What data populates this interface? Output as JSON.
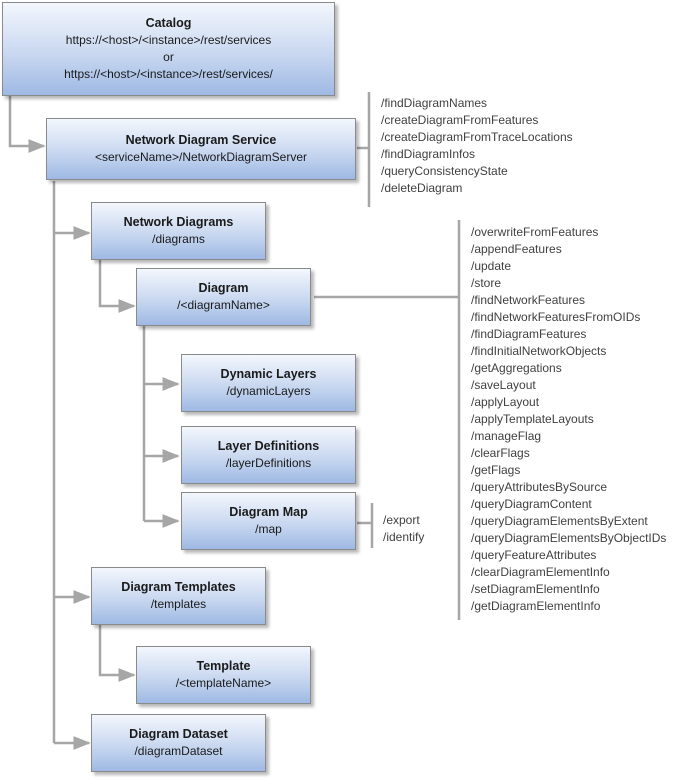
{
  "catalog": {
    "title": "Catalog",
    "lines": [
      "https://<host>/<instance>/rest/services",
      "or",
      "https://<host>/<instance>/rest/services/"
    ]
  },
  "service": {
    "title": "Network Diagram Service",
    "path": "<serviceName>/NetworkDiagramServer",
    "operations": [
      "/findDiagramNames",
      "/createDiagramFromFeatures",
      "/createDiagramFromTraceLocations",
      "/findDiagramInfos",
      "/queryConsistencyState",
      "/deleteDiagram"
    ]
  },
  "network_diagrams": {
    "title": "Network Diagrams",
    "path": "/diagrams"
  },
  "diagram": {
    "title": "Diagram",
    "path": "/<diagramName>",
    "operations": [
      "/overwriteFromFeatures",
      "/appendFeatures",
      "/update",
      "/store",
      "/findNetworkFeatures",
      "/findNetworkFeaturesFromOIDs",
      "/findDiagramFeatures",
      "/findInitialNetworkObjects",
      "/getAggregations",
      "/saveLayout",
      "/applyLayout",
      "/applyTemplateLayouts",
      "/manageFlag",
      "/clearFlags",
      "/getFlags",
      "/queryAttributesBySource",
      "/queryDiagramContent",
      "/queryDiagramElementsByExtent",
      "/queryDiagramElementsByObjectIDs",
      "/queryFeatureAttributes",
      "/clearDiagramElementInfo",
      "/setDiagramElementInfo",
      "/getDiagramElementInfo"
    ]
  },
  "dynamic_layers": {
    "title": "Dynamic Layers",
    "path": "/dynamicLayers"
  },
  "layer_definitions": {
    "title": "Layer Definitions",
    "path": "/layerDefinitions"
  },
  "diagram_map": {
    "title": "Diagram Map",
    "path": "/map",
    "operations": [
      "/export",
      "/identify"
    ]
  },
  "diagram_templates": {
    "title": "Diagram Templates",
    "path": "/templates"
  },
  "template": {
    "title": "Template",
    "path": "/<templateName>"
  },
  "diagram_dataset": {
    "title": "Diagram Dataset",
    "path": "/diagramDataset"
  },
  "colors": {
    "connector": "#a6a6a6",
    "node_border": "#8a8a8a",
    "node_top": "#f3f7fd",
    "node_bottom": "#9eb9e4"
  }
}
